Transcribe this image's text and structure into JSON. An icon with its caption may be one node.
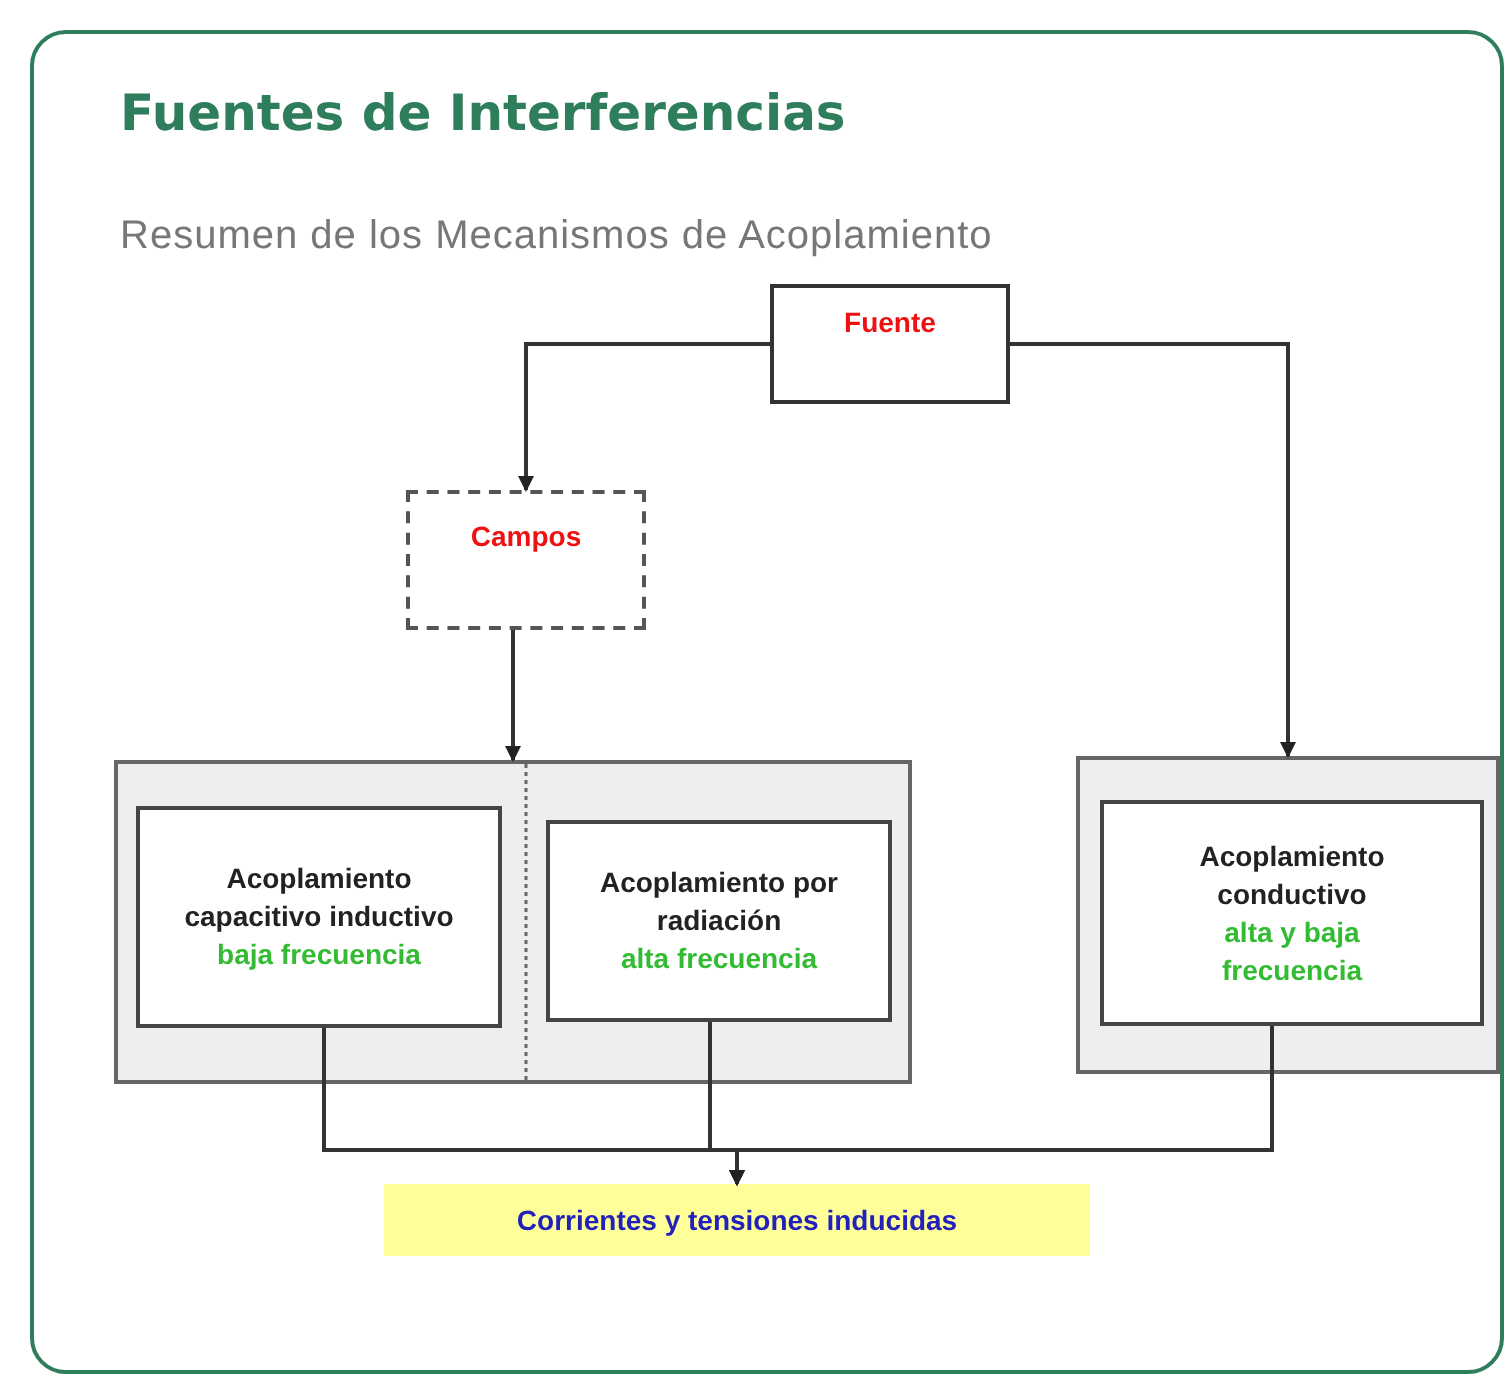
{
  "diagram": {
    "title": "Fuentes de Interferencias",
    "nodes": [
      {
        "text": [
          "Fuente"
        ]
      },
      {
        "text": [
          "Campos"
        ]
      },
      {
        "text": [],
        "shape": "box"
      },
      {
        "text": [
          "Acoplamiento capacitivo inductivo",
          "baja frecuencia"
        ],
        "in": 2
      },
      {
        "text": [
          "Acoplamiento por radiación",
          "alta frecuencia"
        ],
        "in": 2
      },
      {
        "text": [],
        "shape": "box"
      },
      {
        "text": [
          "Acoplamiento conductivo",
          "alta y baja frecuencia"
        ],
        "in": 5
      },
      {
        "text": [
          "Corrientes y tensiones inducidas"
        ]
      }
    ],
    "edges": [
      {
        "from": 0,
        "to": 1,
        "arrow": "to"
      },
      {
        "from": 1,
        "to": 2,
        "arrow": "to"
      },
      {
        "from": 0,
        "to": 5,
        "arrow": "to"
      },
      {
        "from": 3,
        "to": 7,
        "arrow": "to"
      },
      {
        "from": 4,
        "to": 7,
        "arrow": "to"
      },
      {
        "from": 6,
        "to": 7,
        "arrow": "to"
      }
    ],
    "labels": [
      "Resumen de los Mecanismos de Acoplamiento"
    ]
  }
}
